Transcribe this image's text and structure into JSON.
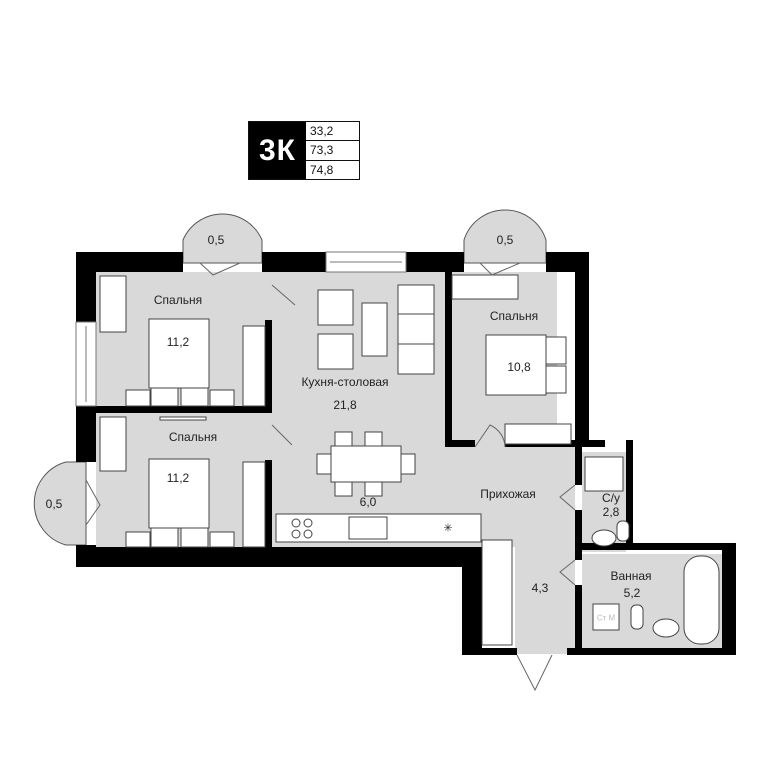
{
  "badge": {
    "type": "3К",
    "areas": [
      "33,2",
      "73,3",
      "74,8"
    ]
  },
  "rooms": [
    {
      "id": "bedroom-1",
      "name": "Спальня",
      "area": "11,2"
    },
    {
      "id": "bedroom-2",
      "name": "Спальня",
      "area": "11,2"
    },
    {
      "id": "bedroom-3",
      "name": "Спальня",
      "area": "10,8"
    },
    {
      "id": "kitchen-dining",
      "name": "Кухня-столовая",
      "area": "21,8"
    },
    {
      "id": "dining-zone",
      "name": "",
      "area": "6,0"
    },
    {
      "id": "hallway",
      "name": "Прихожая",
      "area": "4,3"
    },
    {
      "id": "wc",
      "name": "С/у",
      "area": "2,8"
    },
    {
      "id": "bathroom",
      "name": "Ванная",
      "area": "5,2"
    }
  ],
  "balconies": [
    {
      "id": "balcony-top-left",
      "area": "0,5"
    },
    {
      "id": "balcony-top-right",
      "area": "0,5"
    },
    {
      "id": "balcony-left",
      "area": "0,5"
    }
  ],
  "fixtures": {
    "washer_label": "Ст М",
    "fridge_symbol": "✳"
  },
  "colors": {
    "wall": "#000000",
    "floor": "#d9d9d9",
    "furniture": "#ffffff",
    "outline": "#333333"
  }
}
